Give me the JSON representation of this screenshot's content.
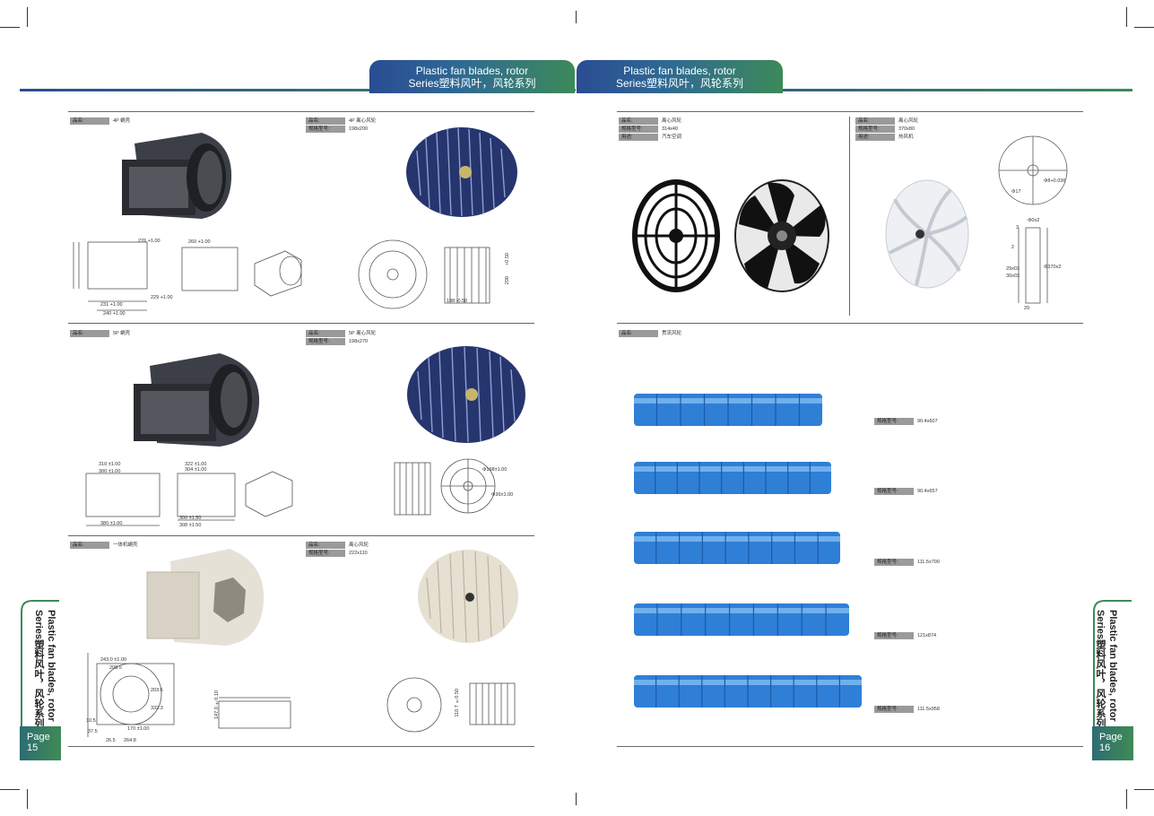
{
  "banner": {
    "left_line1": "Plastic fan blades, rotor",
    "left_line2": "Series塑料风叶，风轮系列",
    "right_line1": "Plastic fan blades, rotor",
    "right_line2": "Series塑料风叶，风轮系列"
  },
  "left_page": {
    "side_line1": "Plastic fan blades, rotor",
    "side_line2": "Series塑料风叶，风轮系列",
    "page_label": "Page",
    "page_number": "15",
    "sections": [
      {
        "left_label_key": "品名:",
        "left_label_val": "4P 蜗壳",
        "right_rows": [
          [
            "品名:",
            "4P 离心风轮"
          ],
          [
            "规格型号:",
            "198x200"
          ]
        ],
        "dims": [
          "276 +1.00",
          "260 +1.00",
          "240 +1.00",
          "229 +1.00",
          "231 +1.00",
          "198 -0.50",
          "200",
          "+0.50"
        ]
      },
      {
        "left_label_key": "品名:",
        "left_label_val": "5P 蜗壳",
        "right_rows": [
          [
            "品名:",
            "5P 离心风轮"
          ],
          [
            "规格型号:",
            "198x270"
          ]
        ],
        "dims": [
          "310 ±1.00",
          "300 ±1.00",
          "322 ±1.00",
          "304 ±1.00",
          "300 ±1.50",
          "380 ±1.00",
          "308 ±1.50",
          "Φ198±1.00",
          "Φ36±1.00"
        ]
      },
      {
        "left_label_key": "品名:",
        "left_label_val": "一体机蜗壳",
        "right_rows": [
          [
            "品名:",
            "离心风轮"
          ],
          [
            "规格型号:",
            "222x110"
          ]
        ],
        "dims": [
          "243.0 ±1.00",
          "208.5",
          "203.6",
          "332.3",
          "10.5",
          "37.5",
          "170 ±1.00",
          "26.5",
          "264.8",
          "147.0 ±0.10",
          "110.7 ±0.50"
        ]
      }
    ]
  },
  "right_page": {
    "side_line1": "Plastic fan blades, rotor",
    "side_line2": "Series塑料风叶，风轮系列",
    "page_label": "Page",
    "page_number": "16",
    "top_left": {
      "rows": [
        [
          "品名:",
          "离心风轮"
        ],
        [
          "规格型号:",
          "314x40"
        ],
        [
          "用途:",
          "汽车空调"
        ]
      ]
    },
    "top_right": {
      "rows": [
        [
          "品名:",
          "离心风轮"
        ],
        [
          "规格型号:",
          "370x80"
        ],
        [
          "用途:",
          "热风机"
        ]
      ],
      "dims": [
        "Φ8+0.036",
        "Φ17",
        "Φ0x2",
        "Φ370x2",
        "29x03",
        "30x03",
        "29",
        "3",
        "2"
      ]
    },
    "crossflow_label": [
      "品名:",
      "贯流风轮"
    ],
    "crossflow": [
      {
        "key": "规格型号:",
        "val": "90.4x607"
      },
      {
        "key": "规格型号:",
        "val": "90.4x657"
      },
      {
        "key": "规格型号:",
        "val": "111.5x700"
      },
      {
        "key": "规格型号:",
        "val": "121x874"
      },
      {
        "key": "规格型号:",
        "val": "111.5x958"
      }
    ]
  },
  "colors": {
    "banner_start": "#2a4c93",
    "banner_end": "#3d8a5a",
    "label_bg": "#9a9a9a",
    "crossflow_blue": "#2f7fd6",
    "wheel_navy": "#26356e"
  }
}
